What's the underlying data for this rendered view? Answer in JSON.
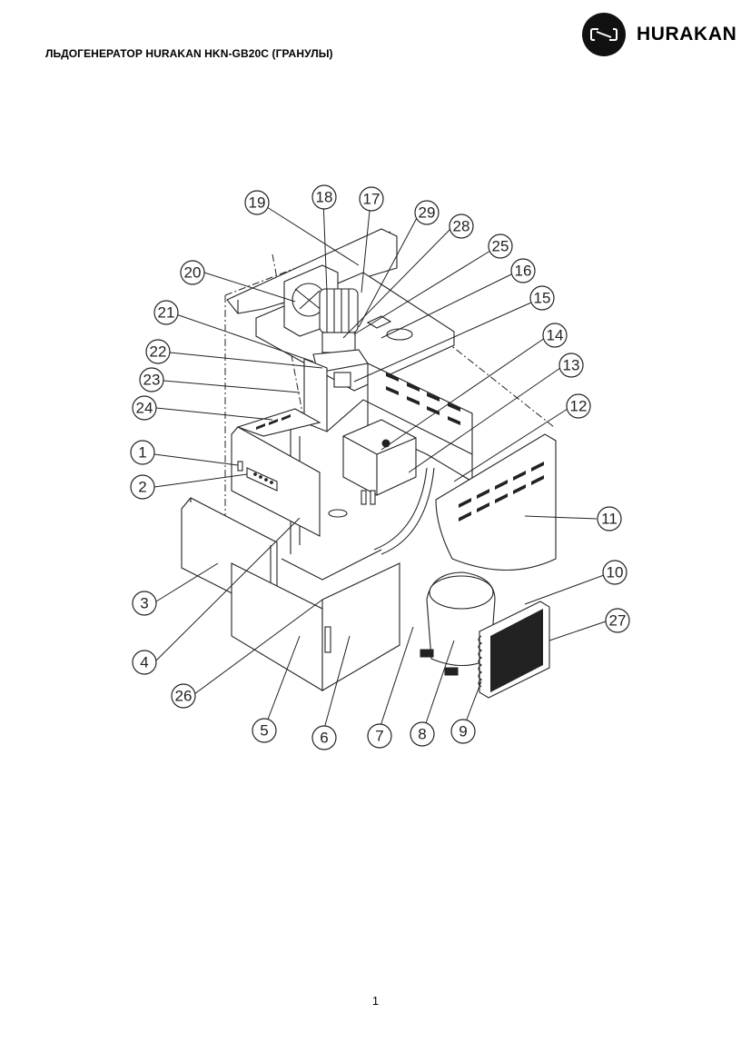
{
  "header": {
    "title": "ЛЬДОГЕНЕРАТОР HURAKAN HKN-GB20C (ГРАНУЛЫ)",
    "brand": "HURAKAN"
  },
  "diagram": {
    "callouts": [
      "1",
      "2",
      "3",
      "4",
      "5",
      "6",
      "7",
      "8",
      "9",
      "10",
      "11",
      "12",
      "13",
      "14",
      "15",
      "16",
      "17",
      "18",
      "19",
      "20",
      "21",
      "22",
      "23",
      "24",
      "25",
      "26",
      "27",
      "28",
      "29"
    ]
  },
  "footer": {
    "page_number": "1"
  }
}
